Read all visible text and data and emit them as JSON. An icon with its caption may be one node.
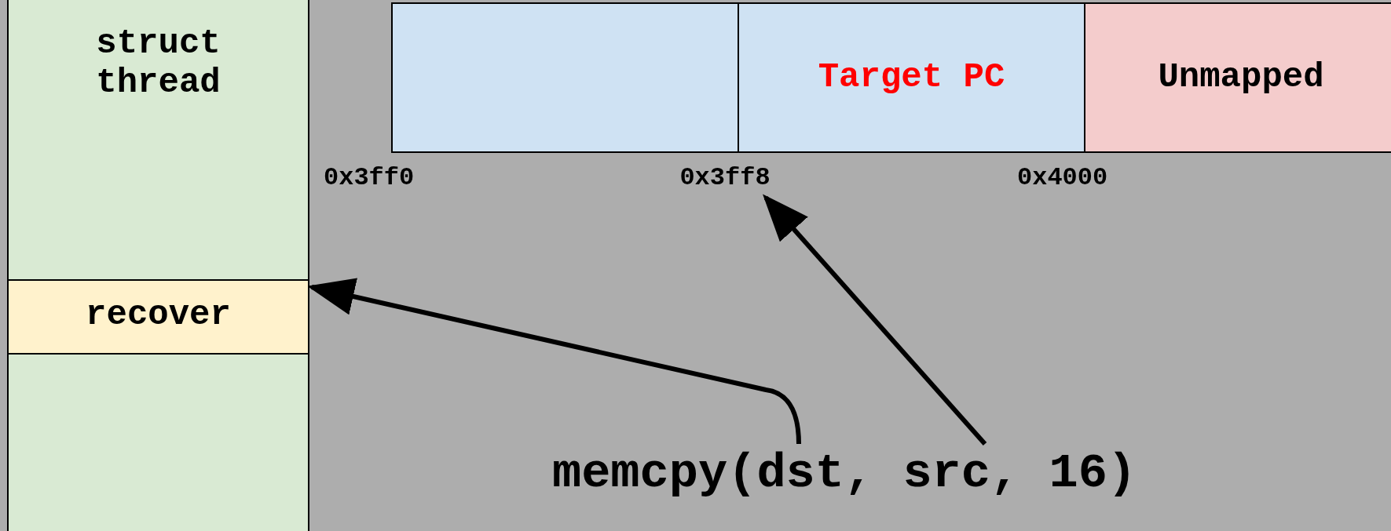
{
  "diagram": {
    "nodes": [
      {
        "text": [
          "struct thread"
        ]
      },
      {
        "text": [
          "recover"
        ],
        "in": 0
      },
      {
        "text": [],
        "shape": "box"
      },
      {
        "text": [
          "Target PC"
        ]
      },
      {
        "text": [
          "Unmapped"
        ]
      },
      {
        "text": [
          "0x3ff8"
        ]
      },
      {
        "text": [
          "memcpy(dst, src, 16)"
        ]
      }
    ],
    "edges": [
      {
        "from": 6,
        "to": 1,
        "arrow": "to"
      },
      {
        "from": 6,
        "to": 5,
        "arrow": "to"
      }
    ],
    "labels": [
      "0x3ff0",
      "0x4000"
    ]
  }
}
